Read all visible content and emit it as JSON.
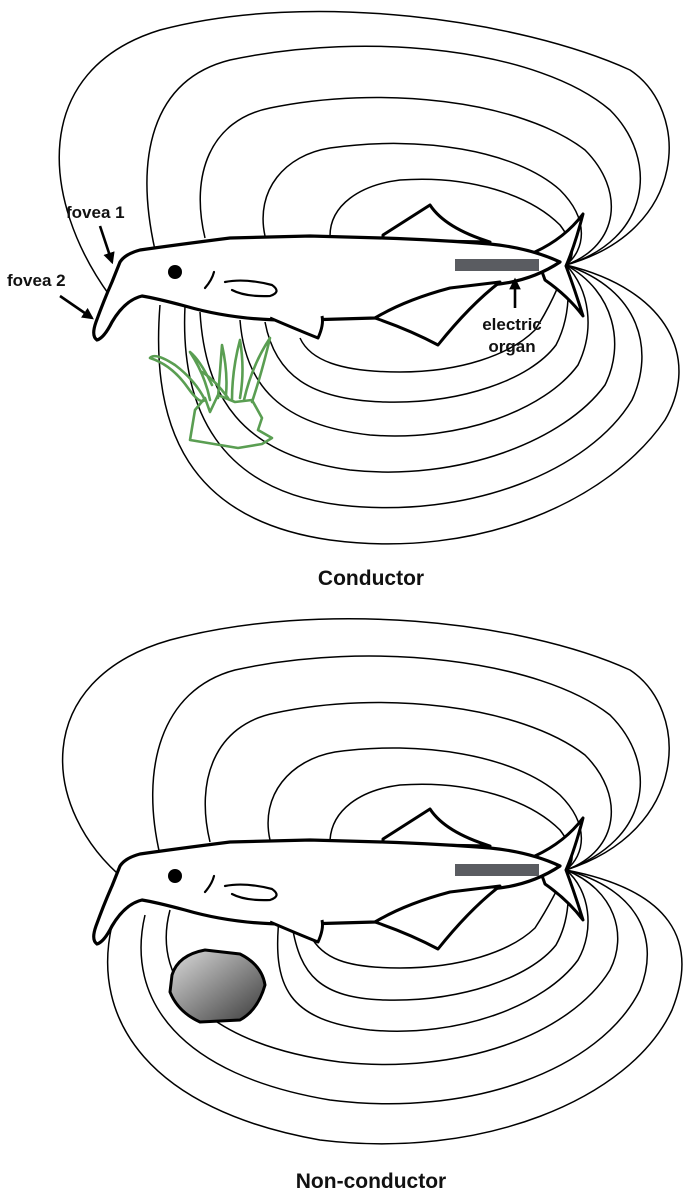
{
  "labels": {
    "fovea1": "fovea 1",
    "fovea2": "fovea 2",
    "organ_line1": "electric",
    "organ_line2": "organ"
  },
  "panels": [
    {
      "caption": "Conductor",
      "object": "plant"
    },
    {
      "caption": "Non-conductor",
      "object": "rock"
    }
  ],
  "colors": {
    "field_lines": "#000000",
    "electric_organ": "#5a5c61",
    "plant": "#5a9e52",
    "rock_light": "#d8d8d8",
    "rock_dark": "#3a3a3a"
  }
}
